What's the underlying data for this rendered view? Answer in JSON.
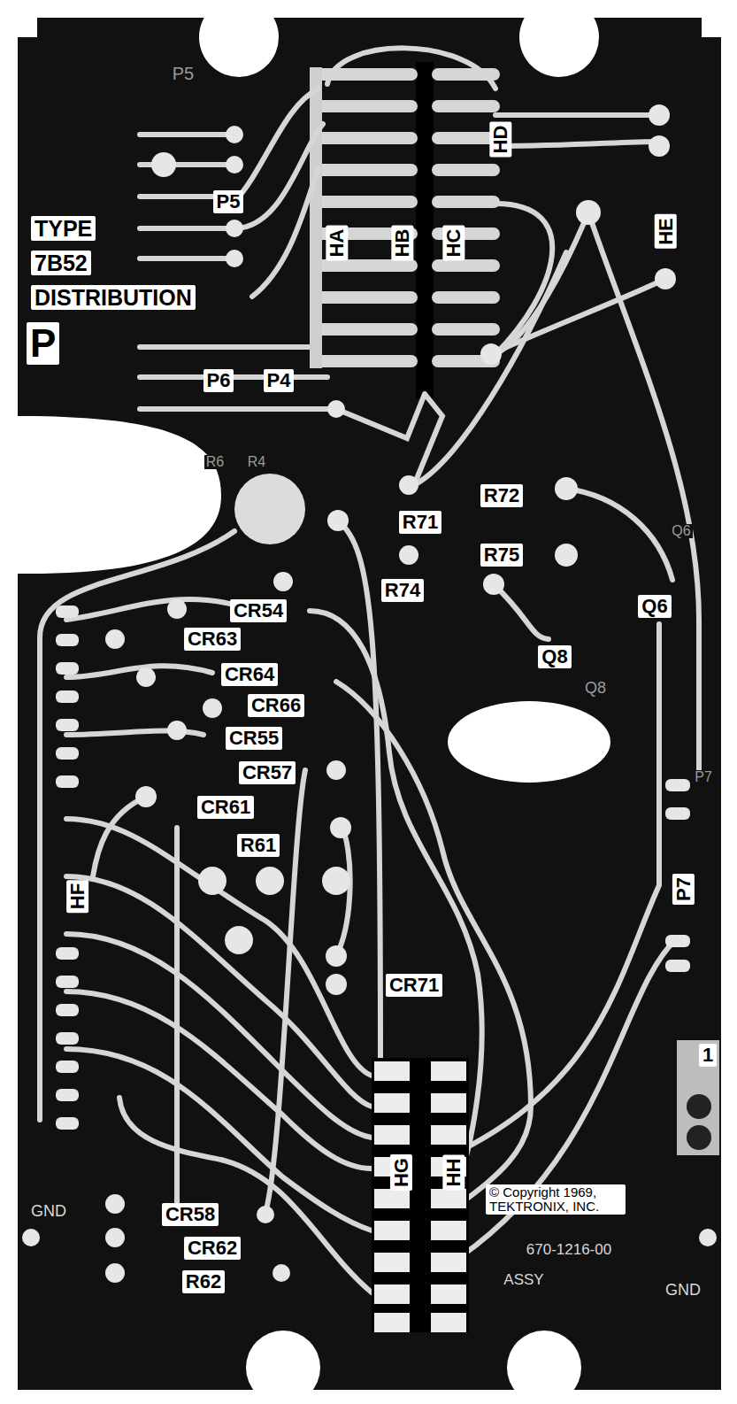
{
  "diagram": {
    "labels": [
      "P5",
      "P5",
      "TYPE",
      "7B52",
      "DISTRIBUTION",
      "P",
      "P6",
      "P4",
      "R6",
      "R4",
      "HA",
      "HB",
      "HC",
      "HD",
      "HE",
      "R72",
      "R71",
      "R75",
      "Q6",
      "R74",
      "Q6",
      "CR54",
      "Q8",
      "CR63",
      "CR64",
      "Q8",
      "CR66",
      "CR55",
      "CR57",
      "P7",
      "CR61",
      "R61",
      "P7",
      "HF",
      "CR71",
      "1",
      "HG",
      "HH",
      "© Copyright 1969, TEKTRONIX, INC.",
      "GND",
      "CR58",
      "CR62",
      "670-1216-00",
      "R62",
      "ASSY",
      "GND"
    ]
  }
}
